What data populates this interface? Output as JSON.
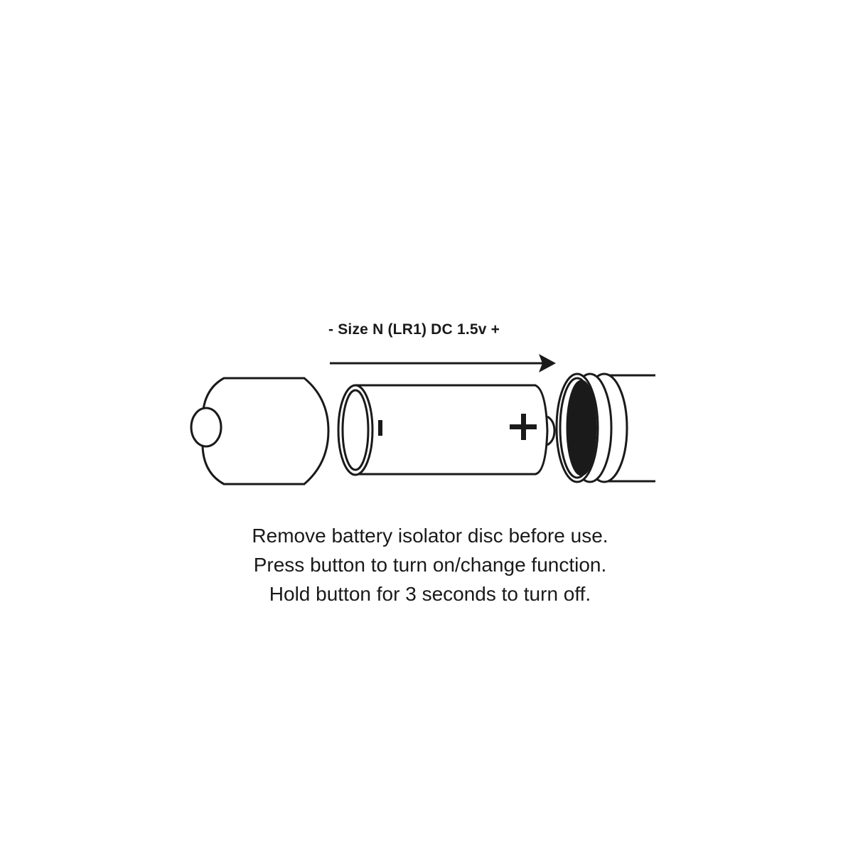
{
  "diagram": {
    "battery_label": "- Size N (LR1) DC 1.5v +",
    "battery_terminals": {
      "negative": "-",
      "positive": "+"
    },
    "parts": [
      "end-cap",
      "battery",
      "device-body"
    ],
    "arrow_direction": "right"
  },
  "instructions": {
    "lines": [
      "Remove battery isolator disc before use.",
      "Press button to turn on/change function.",
      "Hold button for 3 seconds to turn off."
    ]
  },
  "colors": {
    "stroke": "#1a1a1a",
    "background": "#ffffff"
  }
}
